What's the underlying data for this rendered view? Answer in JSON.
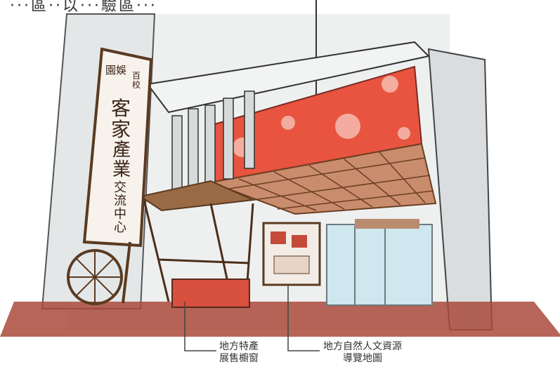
{
  "header": {
    "caption_partial": "···區··以···驗區···"
  },
  "sign": {
    "top_left": "園娛",
    "top_right": "百校",
    "main_line1": "客家",
    "main_line2": "產業",
    "main_line3": "交流中心"
  },
  "labels": {
    "left_label": [
      "地方特產",
      "展售櫥窗"
    ],
    "right_label": [
      "地方自然人文資源",
      "導覽地圖"
    ]
  },
  "colors": {
    "banner": "#e8543f",
    "floor": "#a94a3b",
    "wood": "#8a5a36",
    "glass": "#cfe7ee"
  }
}
